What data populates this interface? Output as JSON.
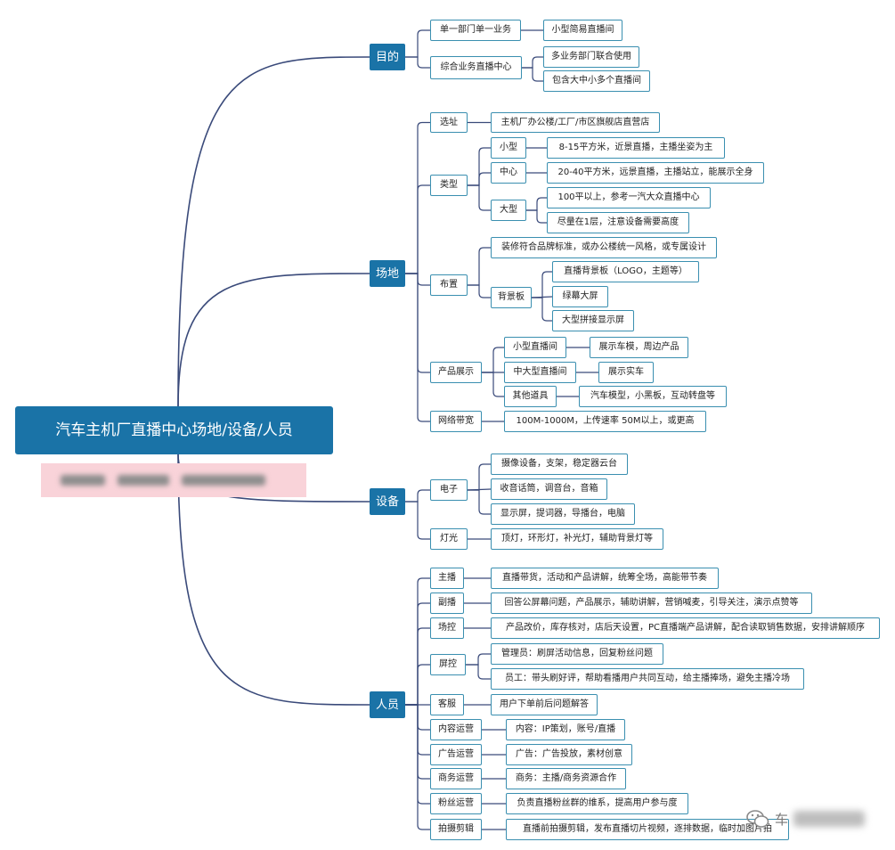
{
  "root": "汽车主机厂直播中心场地/设备/人员",
  "colors": {
    "primary": "#1a73a7",
    "border": "#3a8fb0",
    "line": "#3a4a7a",
    "blur": "#f9d3d9"
  },
  "nodes": {
    "n_mudi": "目的",
    "n_danyi": "单一部门单一业务",
    "n_xiaoxing_zhibojian": "小型简易直播间",
    "n_zonghe": "综合业务直播中心",
    "n_duoyewu": "多业务部门联合使用",
    "n_baohan": "包含大中小多个直播间",
    "n_changdi": "场地",
    "n_xuanzhi": "选址",
    "n_xuanzhi_d": "主机厂办公楼/工厂/市区旗舰店直营店",
    "n_leixing": "类型",
    "n_xiaoxing": "小型",
    "n_xiaoxing_d": "8-15平方米，近景直播，主播坐姿为主",
    "n_zhongxin": "中心",
    "n_zhongxin_d": "20-40平方米，远景直播，主播站立，能展示全身",
    "n_daxing": "大型",
    "n_daxing_d1": "100平以上，参考一汽大众直播中心",
    "n_daxing_d2": "尽量在1层，注意设备需要高度",
    "n_buzhi": "布置",
    "n_zhuangxiu": "装修符合品牌标准，或办公楼统一风格，或专属设计",
    "n_beijingban": "背景板",
    "n_bj1": "直播背景板（LOGO，主题等）",
    "n_bj2": "绿幕大屏",
    "n_bj3": "大型拼接显示屏",
    "n_chanpin": "产品展示",
    "n_xiaoxingzb": "小型直播间",
    "n_xiaoxingzb_d": "展示车模，周边产品",
    "n_zhongda": "中大型直播间",
    "n_zhongda_d": "展示实车",
    "n_qita": "其他道具",
    "n_qita_d": "汽车模型，小黑板，互动转盘等",
    "n_wangluo": "网络带宽",
    "n_wangluo_d": "100M-1000M，上传速率 50M以上，或更高",
    "n_shebei": "设备",
    "n_dianzi": "电子",
    "n_dz1": "摄像设备，支架，稳定器云台",
    "n_dz2": "收音话筒，调音台，音箱",
    "n_dz3": "显示屏，提词器，导播台，电脑",
    "n_dengguang": "灯光",
    "n_dg1": "顶灯，环形灯，补光灯，辅助背景灯等",
    "n_renyuan": "人员",
    "n_zhubo": "主播",
    "n_zhubo_d": "直播带货，活动和产品讲解，统筹全场，高能带节奏",
    "n_fubo": "副播",
    "n_fubo_d": "回答公屏幕问题，产品展示，辅助讲解，营销喊麦，引导关注，演示点赞等",
    "n_changkong": "场控",
    "n_changkong_d": "产品改价，库存核对，店后天设置，PC直播端产品讲解，配合读取销售数据，安排讲解顺序",
    "n_pingkong": "屏控",
    "n_pk1": "管理员：刷屏活动信息，回复粉丝问题",
    "n_pk2": "员工：带头刷好评，帮助看播用户共同互动，给主播捧场，避免主播冷场",
    "n_kefu": "客服",
    "n_kefu_d": "用户下单前后问题解答",
    "n_neirong": "内容运营",
    "n_neirong_d": "内容：IP策划，账号/直播",
    "n_guanggao": "广告运营",
    "n_guanggao_d": "广告：广告投放，素材创意",
    "n_shangwu": "商务运营",
    "n_shangwu_d": "商务：主播/商务资源合作",
    "n_fensi": "粉丝运营",
    "n_fensi_d": "负责直播粉丝群的维系，提高用户参与度",
    "n_paishe": "拍摄剪辑",
    "n_paishe_d": "直播前拍摄剪辑，发布直播切片视频，逐排数据，临时加图片拍"
  },
  "watermark": {
    "icon": "wechat-icon",
    "text": "车"
  }
}
